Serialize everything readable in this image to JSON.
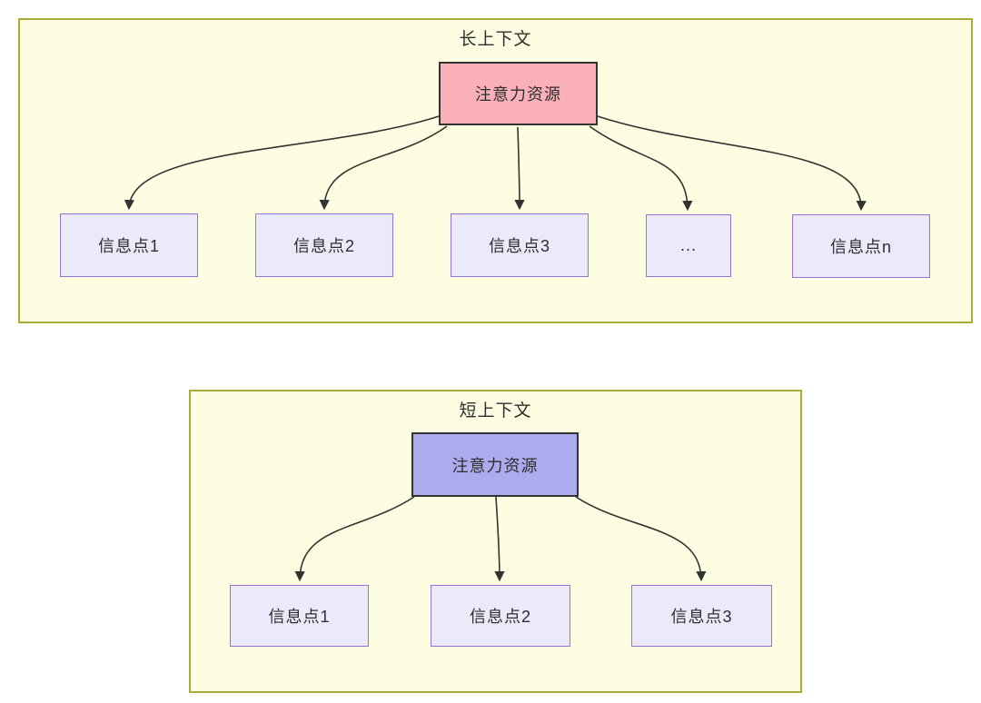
{
  "panels": [
    {
      "title": "长上下文",
      "root_label": "注意力资源",
      "children": [
        {
          "label": "信息点1"
        },
        {
          "label": "信息点2"
        },
        {
          "label": "信息点3"
        },
        {
          "label": "..."
        },
        {
          "label": "信息点n"
        }
      ]
    },
    {
      "title": "短上下文",
      "root_label": "注意力资源",
      "children": [
        {
          "label": "信息点1"
        },
        {
          "label": "信息点2"
        },
        {
          "label": "信息点3"
        }
      ]
    }
  ],
  "colors": {
    "panel_background": "#fdfde1",
    "panel_border": "#abab3b",
    "long_root_fill": "#fab0b8",
    "short_root_fill": "#ababee",
    "child_fill": "#eaeafb",
    "child_border": "#9673d7",
    "root_border": "#333333",
    "arrow": "#333333",
    "text": "#2e2e2e"
  }
}
